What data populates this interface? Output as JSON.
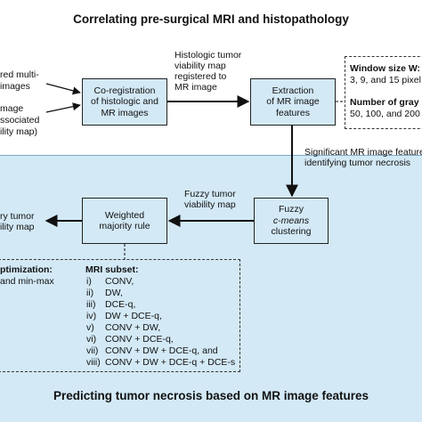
{
  "top_title": "Correlating pre-surgical MRI and histopathology",
  "bottom_title": "Predicting tumor necrosis based on MR image features",
  "inputs": {
    "mri_lines": [
      "red multi-",
      "images"
    ],
    "histo_lines": [
      "mage",
      "ssociated",
      "ility map)"
    ]
  },
  "boxes": {
    "coreg": [
      "Co-registration",
      "of histologic and",
      "MR images"
    ],
    "extraction": [
      "Extraction",
      "of MR image",
      "features"
    ],
    "fuzzy": [
      "Fuzzy",
      "c-means",
      "clustering"
    ],
    "weighted": [
      "Weighted",
      "majority rule"
    ]
  },
  "labels": {
    "viability_map": [
      "Histologic tumor",
      "viability map",
      "registered to",
      "MR image"
    ],
    "significant": [
      "Significant MR image feature",
      "identifying tumor necrosis"
    ],
    "fuzzy_map": [
      "Fuzzy tumor",
      "viability map"
    ],
    "output_lines": [
      "ry tumor",
      "ility map"
    ]
  },
  "params": {
    "window_label": "Window size W:",
    "window_values": "3, 9, and 15 pixel",
    "gray_label": "Number of gray",
    "gray_values": "50, 100, and 200"
  },
  "optimization": {
    "label": "ptimization:",
    "value": "and min-max"
  },
  "mri_subset": {
    "label": "MRI subset:",
    "items": [
      {
        "num": "i)",
        "text": "CONV,"
      },
      {
        "num": "ii)",
        "text": "DW,"
      },
      {
        "num": "iii)",
        "text": "DCE-q,"
      },
      {
        "num": "iv)",
        "text": "DW + DCE-q,"
      },
      {
        "num": "v)",
        "text": "CONV + DW,"
      },
      {
        "num": "vi)",
        "text": "CONV + DCE-q,"
      },
      {
        "num": "vii)",
        "text": "CONV + DW + DCE-q, and"
      },
      {
        "num": "viii)",
        "text": "CONV + DW + DCE-q + DCE-s"
      }
    ]
  }
}
